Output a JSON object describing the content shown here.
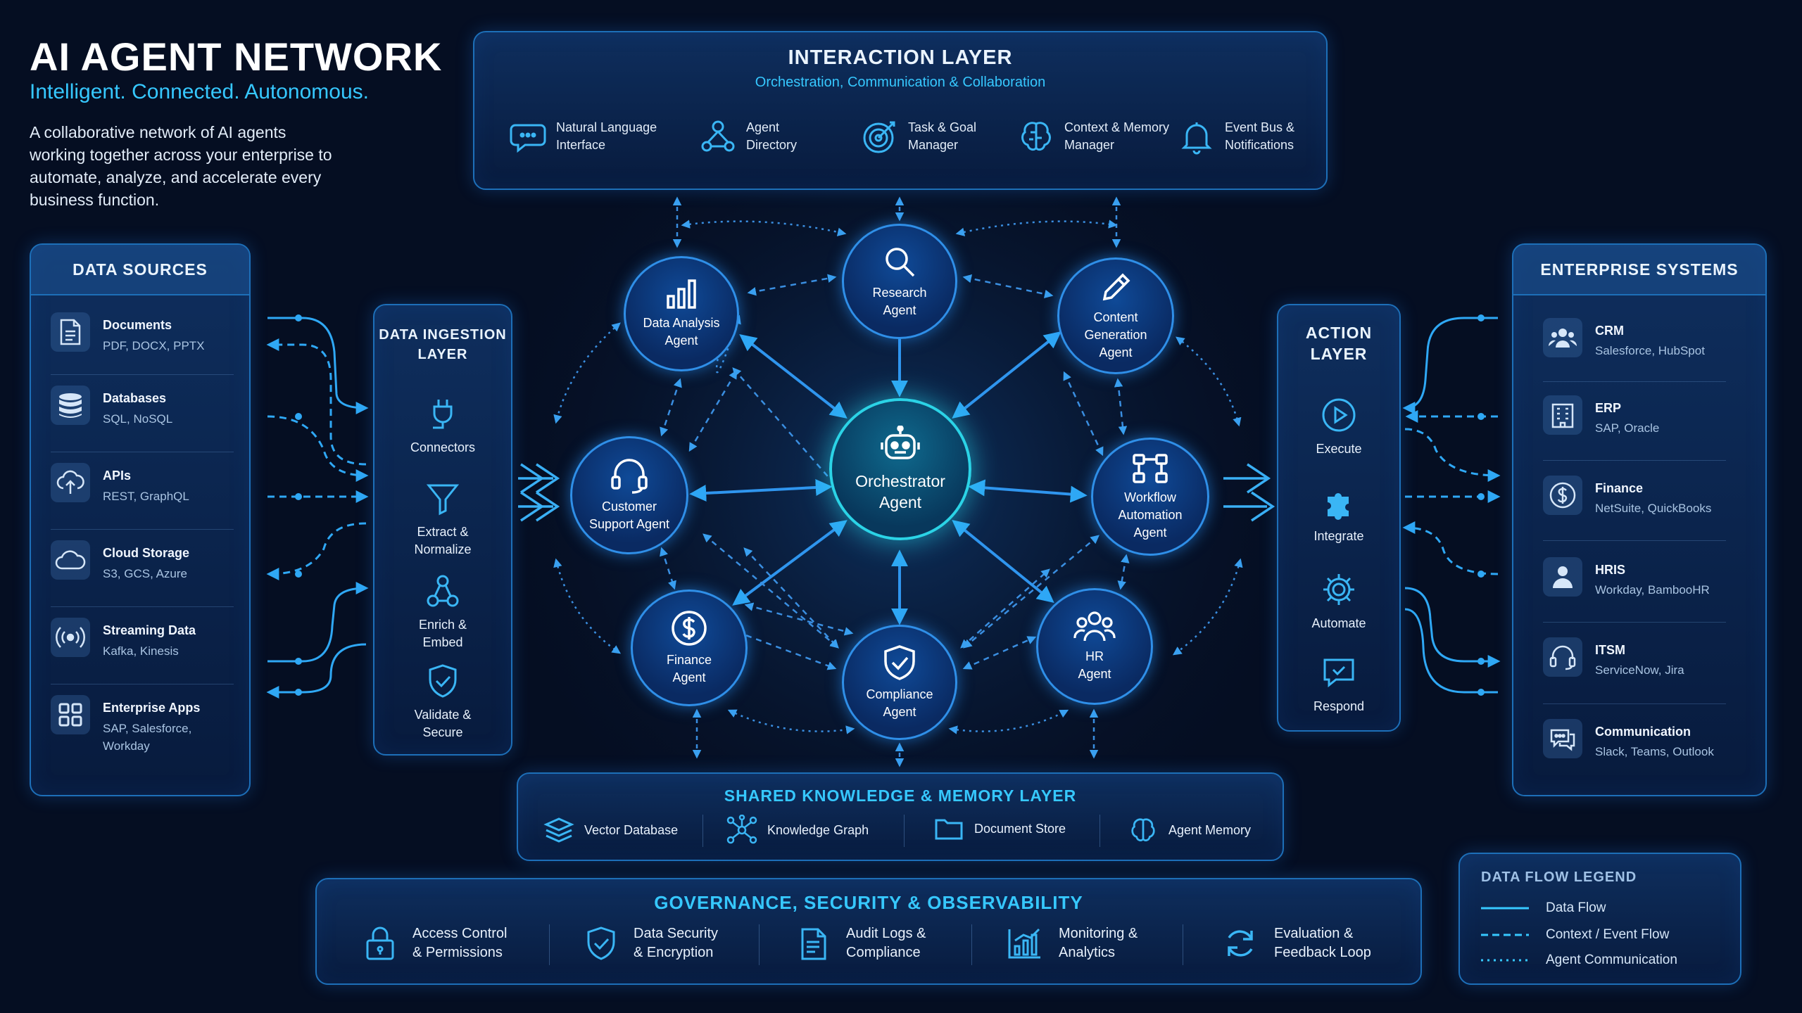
{
  "header": {
    "title": "AI AGENT NETWORK",
    "subtitle": "Intelligent. Connected. Autonomous.",
    "description": "A collaborative network of AI agents working together across your enterprise to automate, analyze, and accelerate every business function."
  },
  "interaction_layer": {
    "title": "INTERACTION LAYER",
    "subtitle": "Orchestration, Communication & Collaboration",
    "items": [
      {
        "label": "Natural Language\nInterface",
        "icon": "chat-bubble-icon"
      },
      {
        "label": "Agent\nDirectory",
        "icon": "people-network-icon"
      },
      {
        "label": "Task & Goal\nManager",
        "icon": "target-icon"
      },
      {
        "label": "Context & Memory\nManager",
        "icon": "brain-icon"
      },
      {
        "label": "Event Bus &\nNotifications",
        "icon": "bell-icon"
      }
    ]
  },
  "data_sources": {
    "title": "DATA SOURCES",
    "items": [
      {
        "name": "Documents",
        "desc": "PDF, DOCX, PPTX",
        "icon": "document-icon"
      },
      {
        "name": "Databases",
        "desc": "SQL, NoSQL",
        "icon": "database-icon"
      },
      {
        "name": "APIs",
        "desc": "REST, GraphQL",
        "icon": "cloud-api-icon"
      },
      {
        "name": "Cloud Storage",
        "desc": "S3, GCS, Azure",
        "icon": "cloud-icon"
      },
      {
        "name": "Streaming Data",
        "desc": "Kafka, Kinesis",
        "icon": "broadcast-icon"
      },
      {
        "name": "Enterprise Apps",
        "desc": "SAP, Salesforce,\nWorkday",
        "icon": "grid-icon"
      }
    ]
  },
  "ingestion_layer": {
    "title": "DATA INGESTION\nLAYER",
    "items": [
      {
        "label": "Connectors",
        "icon": "plug-icon"
      },
      {
        "label": "Extract &\nNormalize",
        "icon": "funnel-icon"
      },
      {
        "label": "Enrich &\nEmbed",
        "icon": "nodes-icon"
      },
      {
        "label": "Validate &\nSecure",
        "icon": "shield-check-icon"
      }
    ]
  },
  "agents": {
    "orchestrator": "Orchestrator\nAgent",
    "research": "Research\nAgent",
    "data_analysis": "Data Analysis\nAgent",
    "content_generation": "Content\nGeneration\nAgent",
    "customer_support": "Customer\nSupport Agent",
    "workflow_automation": "Workflow\nAutomation\nAgent",
    "finance": "Finance\nAgent",
    "compliance": "Compliance\nAgent",
    "hr": "HR\nAgent"
  },
  "action_layer": {
    "title": "ACTION\nLAYER",
    "items": [
      {
        "label": "Execute",
        "icon": "play-icon"
      },
      {
        "label": "Integrate",
        "icon": "puzzle-icon"
      },
      {
        "label": "Automate",
        "icon": "gear-icon"
      },
      {
        "label": "Respond",
        "icon": "message-icon"
      }
    ]
  },
  "enterprise_systems": {
    "title": "ENTERPRISE SYSTEMS",
    "items": [
      {
        "name": "CRM",
        "desc": "Salesforce, HubSpot",
        "icon": "users-icon"
      },
      {
        "name": "ERP",
        "desc": "SAP, Oracle",
        "icon": "building-icon"
      },
      {
        "name": "Finance",
        "desc": "NetSuite, QuickBooks",
        "icon": "dollar-icon"
      },
      {
        "name": "HRIS",
        "desc": "Workday, BambooHR",
        "icon": "person-icon"
      },
      {
        "name": "ITSM",
        "desc": "ServiceNow, Jira",
        "icon": "headset-icon"
      },
      {
        "name": "Communication",
        "desc": "Slack, Teams, Outlook",
        "icon": "chat-icon"
      }
    ]
  },
  "knowledge_layer": {
    "title": "SHARED KNOWLEDGE & MEMORY LAYER",
    "items": [
      {
        "label": "Vector Database",
        "icon": "layers-icon"
      },
      {
        "label": "Knowledge Graph",
        "icon": "graph-icon"
      },
      {
        "label": "Document Store",
        "icon": "folder-icon"
      },
      {
        "label": "Agent Memory",
        "icon": "brain-icon"
      }
    ]
  },
  "governance": {
    "title": "GOVERNANCE, SECURITY & OBSERVABILITY",
    "items": [
      {
        "label": "Access Control\n& Permissions",
        "icon": "lock-icon"
      },
      {
        "label": "Data Security\n& Encryption",
        "icon": "shield-check-icon"
      },
      {
        "label": "Audit Logs &\nCompliance",
        "icon": "clipboard-icon"
      },
      {
        "label": "Monitoring &\nAnalytics",
        "icon": "chart-icon"
      },
      {
        "label": "Evaluation &\nFeedback Loop",
        "icon": "refresh-icon"
      }
    ]
  },
  "legend": {
    "title": "DATA FLOW LEGEND",
    "items": [
      {
        "label": "Data Flow",
        "style": "solid"
      },
      {
        "label": "Context / Event Flow",
        "style": "dashed"
      },
      {
        "label": "Agent Communication",
        "style": "dotted"
      }
    ]
  },
  "colors": {
    "background": "#050e22",
    "accent": "#36c8ff",
    "border": "#1d6fb8",
    "orchestrator": "#2bd3e6"
  }
}
